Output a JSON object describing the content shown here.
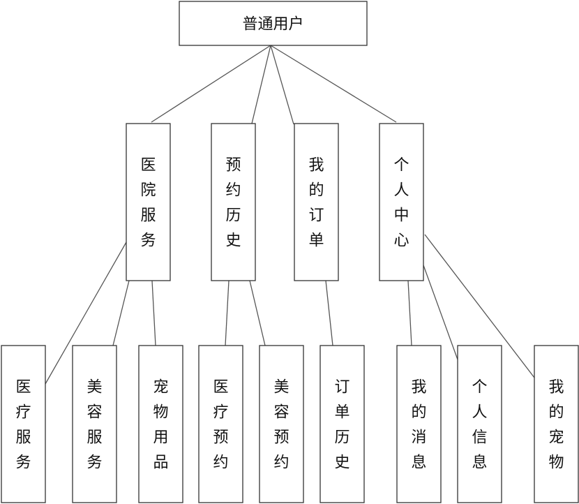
{
  "root": {
    "label": "普通用户"
  },
  "level1": [
    {
      "id": "hospital",
      "label": "医院服务"
    },
    {
      "id": "history",
      "label": "预约历史"
    },
    {
      "id": "orders",
      "label": "我的订单"
    },
    {
      "id": "center",
      "label": "个人中心"
    }
  ],
  "level2": [
    {
      "id": "medical-service",
      "parent": "hospital",
      "label": "医疗服务"
    },
    {
      "id": "beauty-service",
      "parent": "hospital",
      "label": "美容服务"
    },
    {
      "id": "pet-supplies",
      "parent": "hospital",
      "label": "宠物用品"
    },
    {
      "id": "medical-appointment",
      "parent": "history",
      "label": "医疗预约"
    },
    {
      "id": "beauty-appointment",
      "parent": "history",
      "label": "美容预约"
    },
    {
      "id": "order-history",
      "parent": "orders",
      "label": "订单历史"
    },
    {
      "id": "my-messages",
      "parent": "center",
      "label": "我的消息"
    },
    {
      "id": "personal-info",
      "parent": "center",
      "label": "个人信息"
    },
    {
      "id": "my-pets",
      "parent": "center",
      "label": "我的宠物"
    }
  ]
}
